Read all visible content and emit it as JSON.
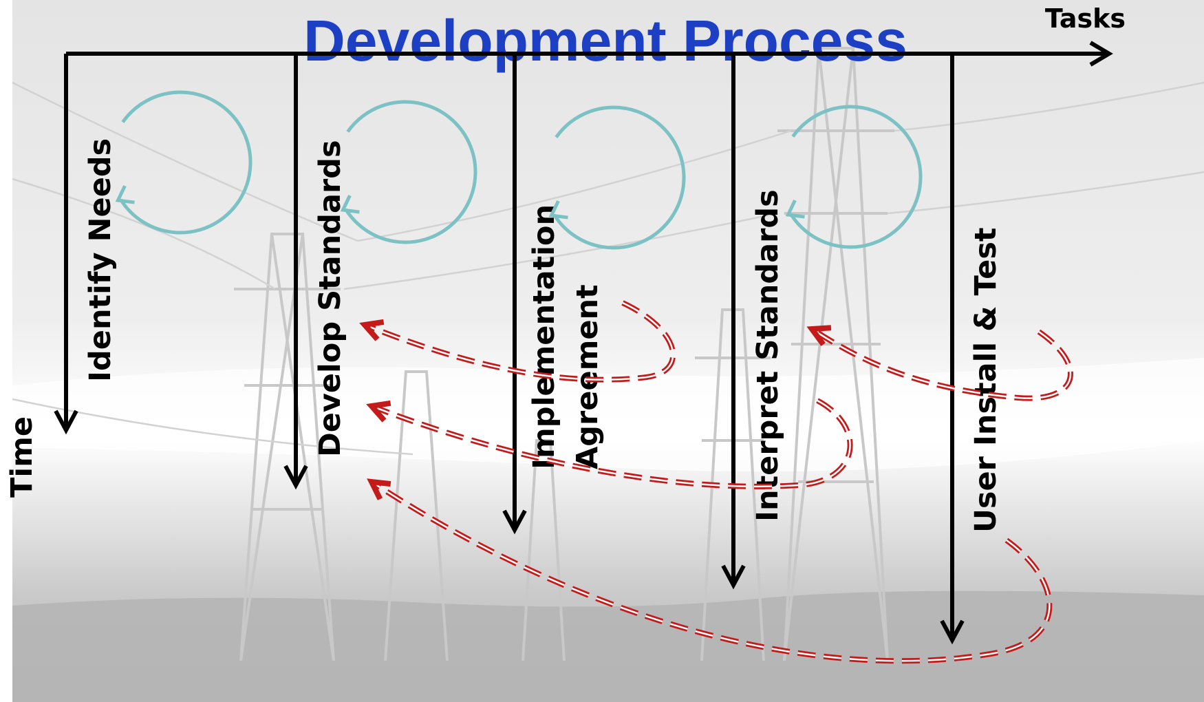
{
  "title": "Development Process",
  "axes": {
    "horizontal_label": "Tasks",
    "vertical_label": "Time"
  },
  "tasks": [
    {
      "id": "identify-needs",
      "lines": [
        "Identify Needs"
      ]
    },
    {
      "id": "develop-standards",
      "lines": [
        "Develop Standards"
      ]
    },
    {
      "id": "implementation-agreement",
      "lines": [
        "Implementation",
        "Agreement"
      ]
    },
    {
      "id": "interpret-standards",
      "lines": [
        "Interpret Standards"
      ]
    },
    {
      "id": "user-install-test",
      "lines": [
        "User Install & Test"
      ]
    }
  ],
  "colors": {
    "title": "#1c3fc4",
    "cycle_arrows": "#7cc1c4",
    "feedback_arrows": "#c41a1a",
    "axes": "#000000"
  },
  "icons": {
    "cycle": "circular-iteration-arrow-icon",
    "feedback": "dashed-feedback-arrow-icon"
  }
}
